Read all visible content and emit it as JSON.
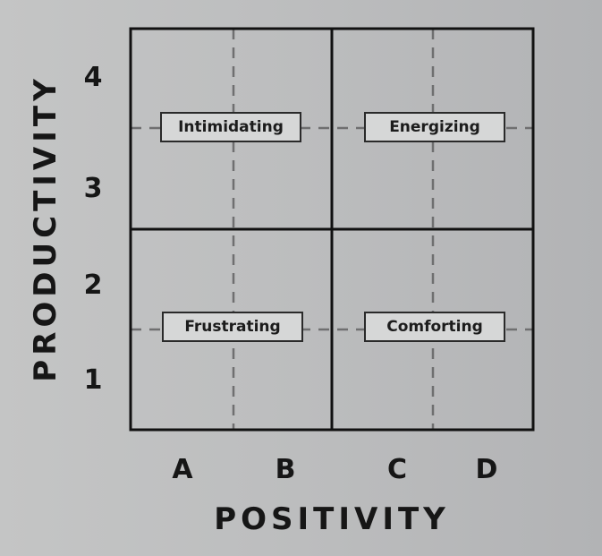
{
  "quadrant_labels": {
    "top_left": "Intimidating",
    "top_right": "Energizing",
    "bottom_left": "Frustrating",
    "bottom_right": "Comforting"
  },
  "y_axis": {
    "title": "PRODUCTIVITY",
    "ticks": [
      "4",
      "3",
      "2",
      "1"
    ]
  },
  "x_axis": {
    "title": "POSITIVITY",
    "ticks": [
      "A",
      "B",
      "C",
      "D"
    ]
  }
}
